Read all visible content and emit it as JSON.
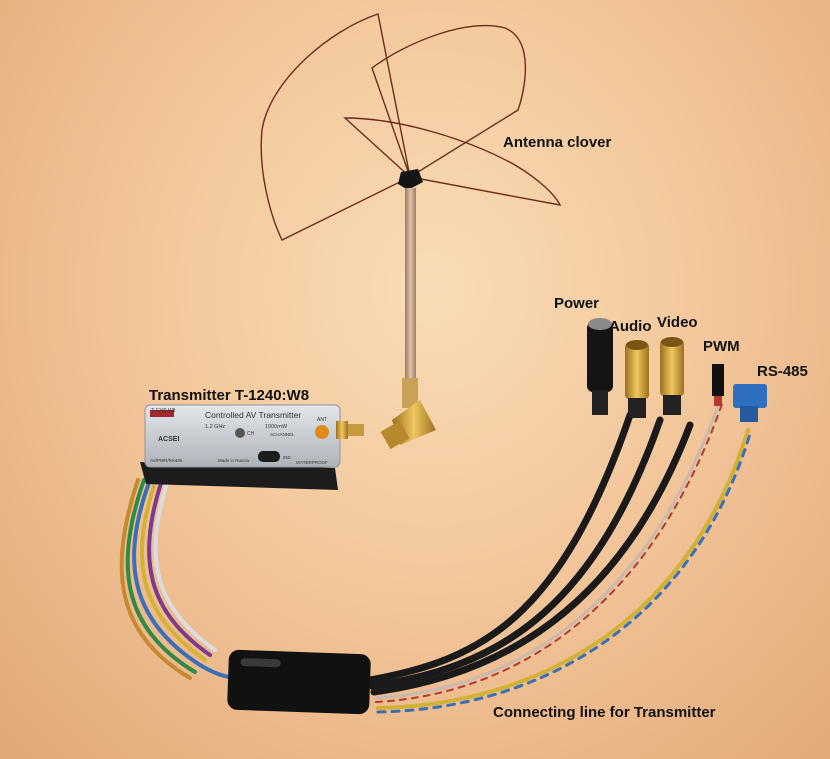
{
  "labels": {
    "antenna": "Antenna clover",
    "power": "Power",
    "audio": "Audio",
    "video": "Video",
    "pwm": "PWM",
    "rs485": "RS-485",
    "transmitter": "Transmitter T-1240:W8",
    "connecting_line": "Connecting line for Transmitter"
  },
  "device": {
    "model_tag": "T-1240 W8",
    "title": "Controlled AV Transmitter",
    "freq": "1.2 GHz",
    "power_rating": "1000mW",
    "channel_label": "SCHANNEL",
    "ant_label": "ANT",
    "brand": "ACSEI",
    "on_label": "CH",
    "made_in": "Made in Russia",
    "input_label": "AV/PWR/RS485",
    "wp_label": "WATERPROOF",
    "ind_label": "IND"
  },
  "colors": {
    "background": "#f3c79c",
    "antenna_wire": "#6b2e1e",
    "device_body": "#c9cdd3",
    "device_base": "#1c1c1c",
    "cable_black": "#1a1a1a",
    "rca_gold": "#d4a23a",
    "connector_blue": "#2f6fc0"
  }
}
